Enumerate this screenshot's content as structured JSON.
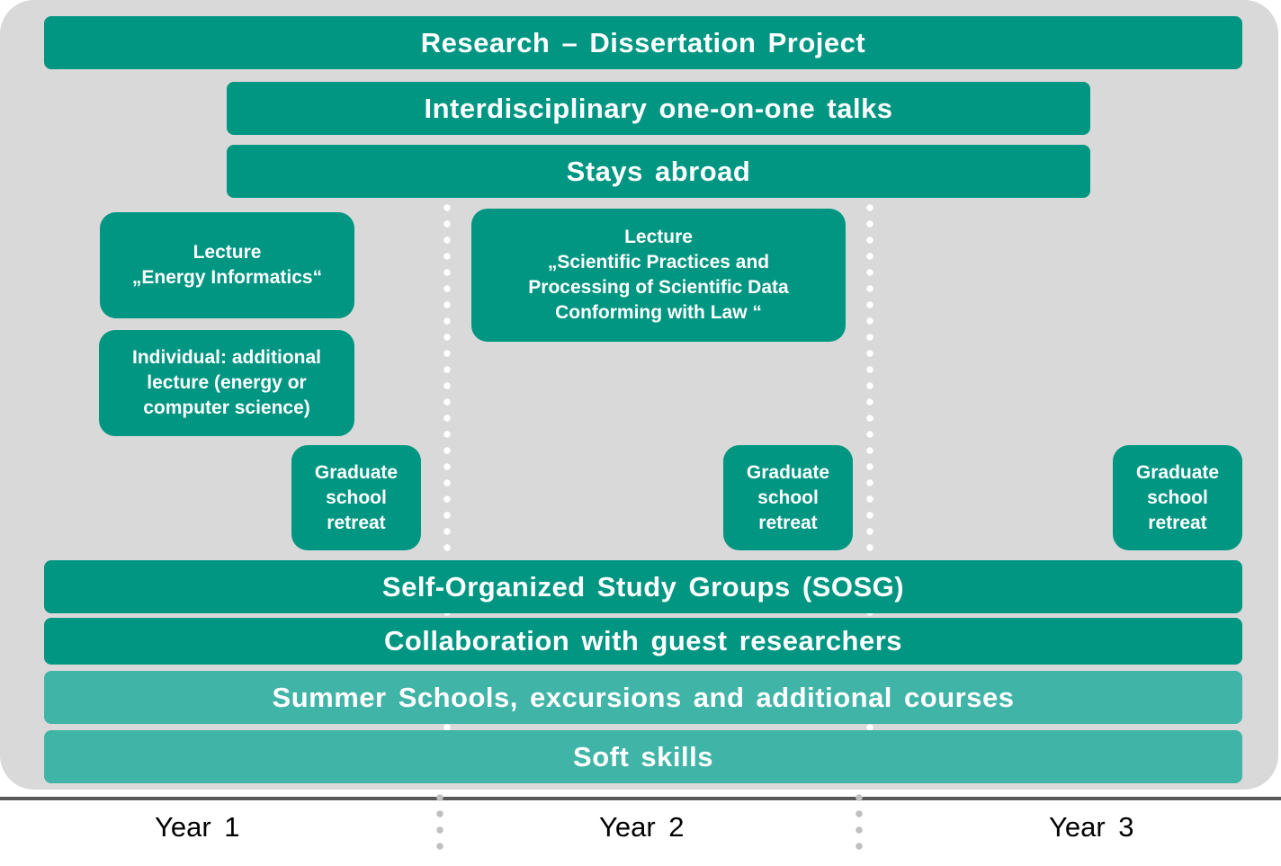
{
  "rows": {
    "research": "Research – Dissertation Project",
    "talks": "Interdisciplinary one-on-one talks",
    "stays": "Stays abroad",
    "sosg": "Self-Organized Study Groups (SOSG)",
    "guests": "Collaboration with guest researchers",
    "summer": "Summer Schools, excursions and additional courses",
    "soft": "Soft skills"
  },
  "boxes": {
    "lecture_energy": "Lecture\n„Energy Informatics“",
    "individual": "Individual: additional\nlecture (energy or\ncomputer science)",
    "lecture_scientific": "Lecture\n„Scientific Practices and\nProcessing of Scientific Data\nConforming with Law “",
    "retreat_1": "Graduate\nschool\nretreat",
    "retreat_2": "Graduate\nschool\nretreat",
    "retreat_3": "Graduate\nschool\nretreat"
  },
  "years": [
    "Year 1",
    "Year 2",
    "Year 3"
  ],
  "colors": {
    "dark_teal": "#009682",
    "light_teal": "#40b4a6",
    "panel": "#d9d9d9"
  }
}
